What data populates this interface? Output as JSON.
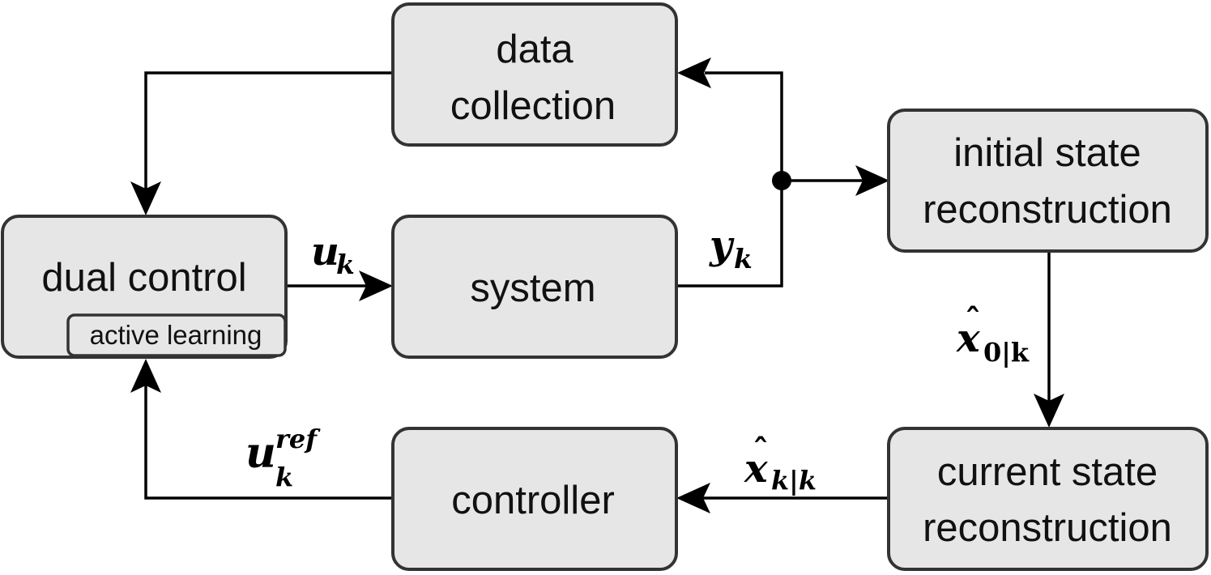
{
  "blocks": {
    "data_collection": [
      "data",
      "collection"
    ],
    "dual_control": "dual control",
    "active_learning": "active learning",
    "system": "system",
    "initial_state": [
      "initial state",
      "reconstruction"
    ],
    "current_state": [
      "current state",
      "reconstruction"
    ],
    "controller": "controller"
  },
  "signals": {
    "u": {
      "base": "u",
      "sub": "k"
    },
    "y": {
      "base": "y",
      "sub": "k"
    },
    "x0": {
      "base": "x",
      "hat": "ˆ",
      "sub": "0|k"
    },
    "xk": {
      "base": "x",
      "hat": "ˆ",
      "sub": "k|k"
    },
    "uref": {
      "base": "u",
      "sub": "k",
      "sup": "ref"
    }
  }
}
